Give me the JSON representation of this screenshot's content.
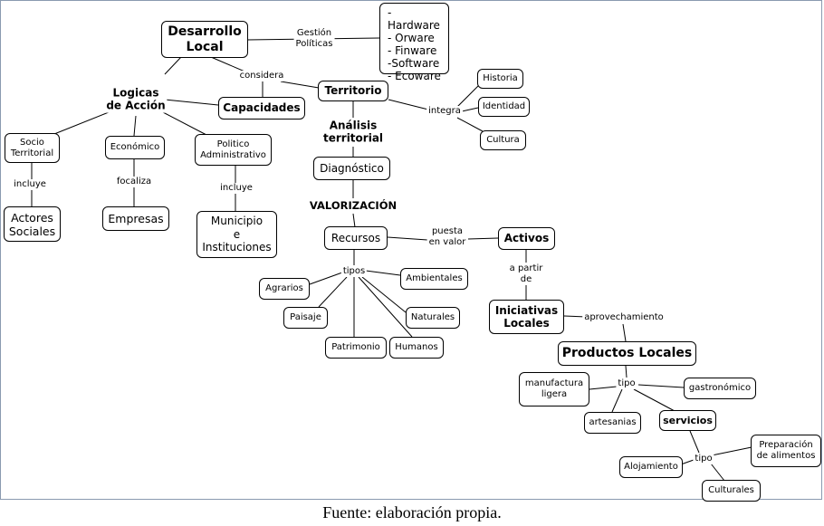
{
  "nodes": {
    "desarrollo_local": "Desarrollo\nLocal",
    "hardware_list": "-Hardware\n- Orware\n- Finware\n-Software\n- Ecoware",
    "territorio": "Territorio",
    "capacidades": "Capacidades",
    "historia": "Historia",
    "identidad": "Identidad",
    "cultura": "Cultura",
    "socio_territorial": "Socio\nTerritorial",
    "economico": "Económico",
    "politico_administrativo": "Politico\nAdministrativo",
    "actores_sociales": "Actores\nSociales",
    "empresas": "Empresas",
    "municipio": "Municipio\ne\nInstituciones",
    "diagnostico": "Diagnóstico",
    "recursos": "Recursos",
    "activos": "Activos",
    "agrarios": "Agrarios",
    "ambientales": "Ambientales",
    "paisaje": "Paisaje",
    "naturales": "Naturales",
    "patrimonio": "Patrimonio",
    "humanos": "Humanos",
    "iniciativas_locales": "Iniciativas\nLocales",
    "productos_locales": "Productos Locales",
    "manufactura_ligera": "manufactura\nligera",
    "gastronomico": "gastronómico",
    "artesanias": "artesanias",
    "servicios": "servicios",
    "alojamiento": "Alojamiento",
    "preparacion_alimentos": "Preparación\nde alimentos",
    "culturales": "Culturales"
  },
  "labels": {
    "gestion_politicas": "Gestión\nPolíticas",
    "considera": "considera",
    "logicas_accion": "Logicas\nde Acción",
    "integra": "integra",
    "analisis_territorial": "Análisis\nterritorial",
    "incluye_1": "incluye",
    "focaliza": "focaliza",
    "incluye_2": "incluye",
    "valorizacion": "VALORIZACIÓN",
    "puesta_en_valor": "puesta\nen valor",
    "tipos": "tipos",
    "a_partir_de": "a partir\nde",
    "aprovechamiento": "aprovechamiento",
    "tipo_1": "tipo",
    "tipo_2": "tipo"
  },
  "caption": "Fuente: elaboración propia.",
  "colors": {
    "frame_border": "#8a9ab0",
    "line": "#000000"
  }
}
